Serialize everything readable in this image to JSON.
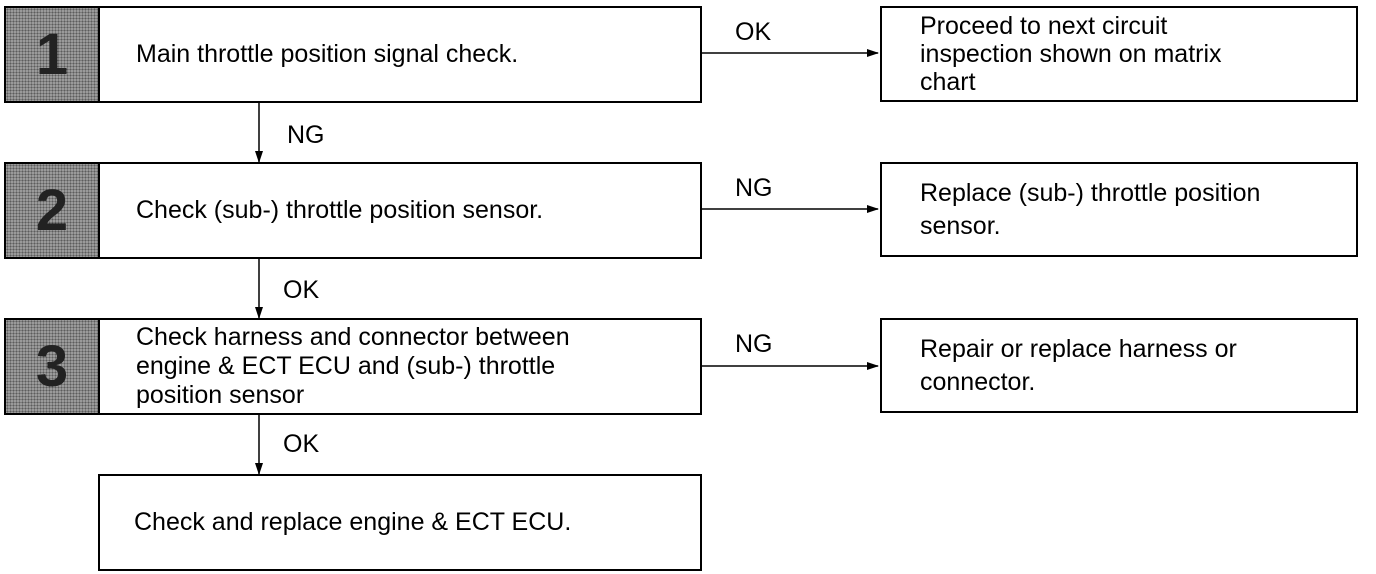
{
  "steps": [
    {
      "number": "1",
      "text": "Main throttle position signal check."
    },
    {
      "number": "2",
      "text": "Check (sub-) throttle position sensor."
    },
    {
      "number": "3",
      "text": "Check harness and connector between\nengine & ECT ECU and (sub-) throttle\nposition sensor"
    }
  ],
  "final_step": {
    "text": "Check and replace engine & ECT ECU."
  },
  "results": [
    {
      "text": "Proceed to next circuit\ninspection shown on matrix\nchart"
    },
    {
      "text": "Replace (sub-) throttle position\nsensor."
    },
    {
      "text": "Repair or replace harness or\nconnector."
    }
  ],
  "branch_labels": {
    "step1_right": "OK",
    "step1_down": "NG",
    "step2_right": "NG",
    "step2_down": "OK",
    "step3_right": "NG",
    "step3_down": "OK"
  }
}
